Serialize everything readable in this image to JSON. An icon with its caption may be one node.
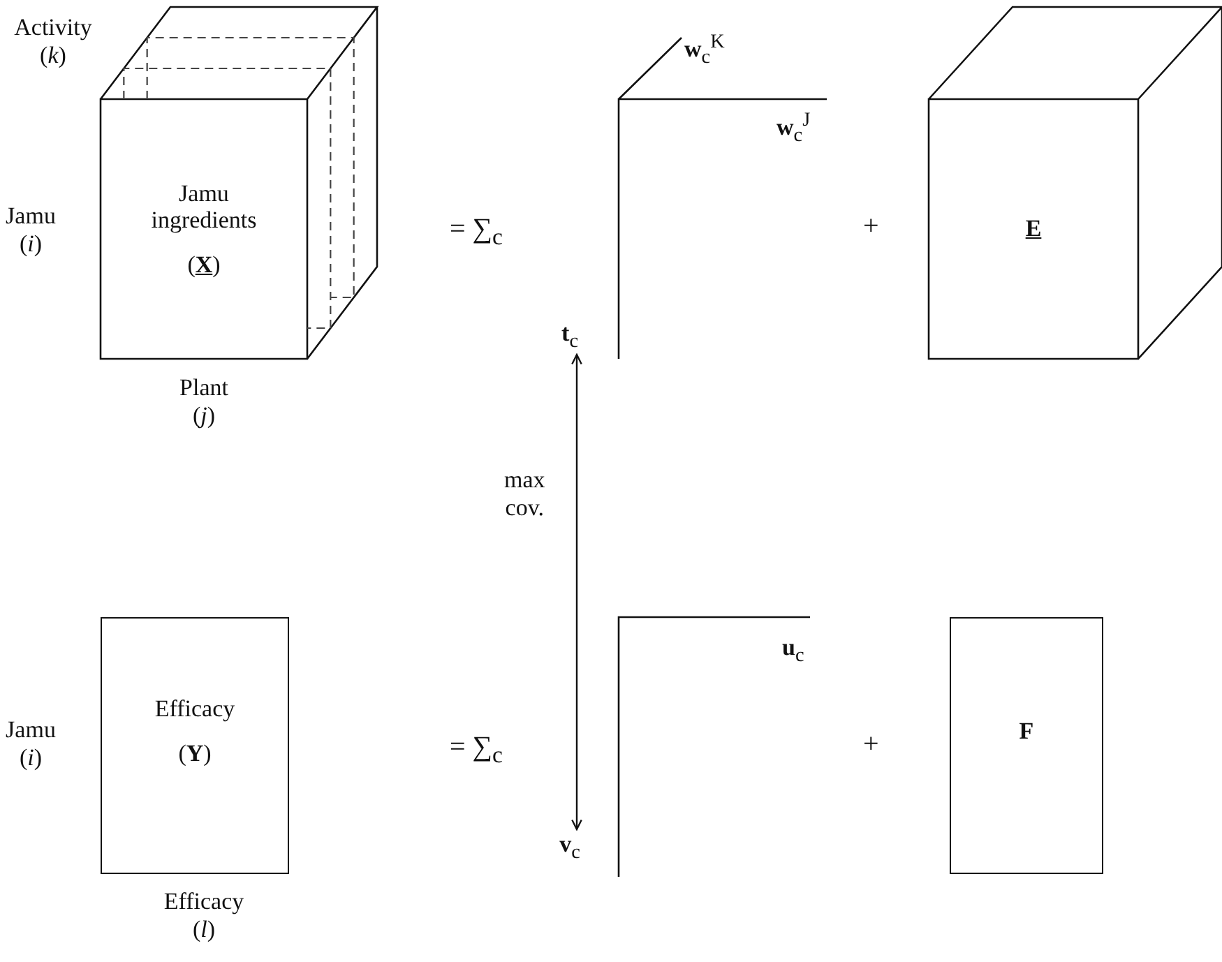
{
  "diagram": {
    "nodes": [
      {
        "text": [
          "Jamu ingredients",
          "(**X**)"
        ],
        "beside": [
          "Activity (*k*)",
          "Jamu (*i*)",
          "Plant (*j*)"
        ]
      },
      {
        "text": [
          "**t**$_{c}$"
        ]
      },
      {
        "text": [
          "**E**"
        ]
      },
      {
        "text": [
          "Efficacy",
          "(**Y**)"
        ],
        "beside": [
          "Jamu (*i*)",
          "Efficacy (*l*)"
        ]
      },
      {
        "text": [
          "**v**$_{c}$"
        ]
      },
      {
        "text": [
          "**F**"
        ]
      }
    ],
    "edges": [
      {
        "from": 4,
        "to": 1,
        "arrow": "both",
        "label": "max cov."
      }
    ],
    "labels": [
      "**w**$_{c}$$^{K}$",
      "**w**$_{c}$$^{J}$",
      "= ∑$_{c}$",
      "+",
      "**u**$_{c}$",
      "= ∑$_{c}$",
      "+"
    ]
  }
}
